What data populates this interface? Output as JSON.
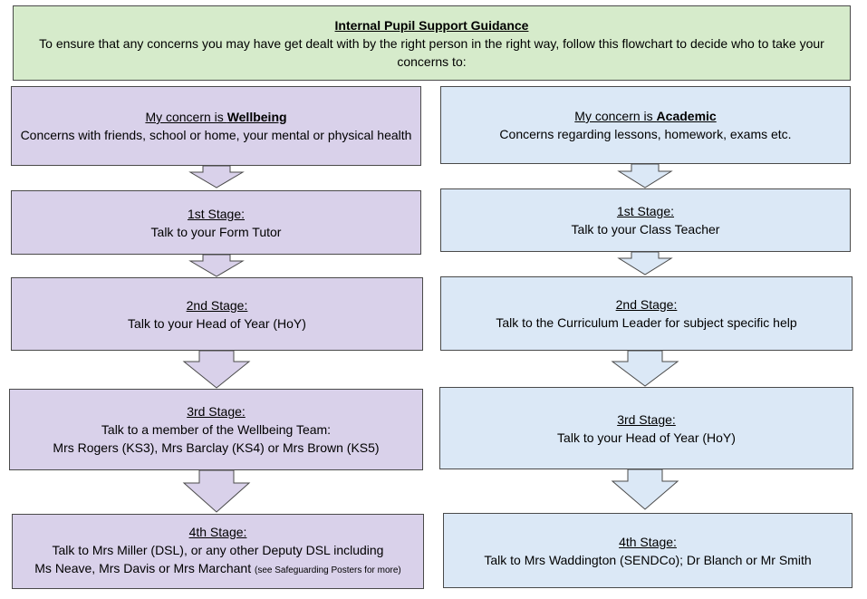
{
  "header": {
    "title": "Internal Pupil Support Guidance",
    "intro": "To ensure that any concerns you may have get dealt with by the right person in the right way, follow this flowchart to decide who to take your concerns to:"
  },
  "wellbeing": {
    "concern_prefix": "My concern is ",
    "concern_type": "Wellbeing",
    "concern_desc": "Concerns with friends, school or home, your mental or physical health",
    "stage1_title": "1st Stage:",
    "stage1_text": "Talk to your Form Tutor",
    "stage2_title": "2nd Stage:",
    "stage2_text": "Talk to your Head of Year (HoY)",
    "stage3_title": "3rd Stage:",
    "stage3_line1": "Talk to a member of the Wellbeing Team:",
    "stage3_line2": "Mrs Rogers (KS3), Mrs Barclay (KS4) or Mrs Brown (KS5)",
    "stage4_title": "4th Stage:",
    "stage4_line1": "Talk to Mrs Miller (DSL), or any other Deputy DSL including",
    "stage4_line2": "Ms Neave, Mrs Davis or Mrs Marchant",
    "stage4_note": "(see Safeguarding Posters for more)"
  },
  "academic": {
    "concern_prefix": "My concern is ",
    "concern_type": "Academic",
    "concern_desc": "Concerns regarding lessons, homework, exams etc.",
    "stage1_title": "1st Stage:",
    "stage1_text": "Talk to your Class Teacher",
    "stage2_title": "2nd Stage:",
    "stage2_text": "Talk to the Curriculum Leader for subject specific help",
    "stage3_title": "3rd Stage:",
    "stage3_text": "Talk to your Head of Year (HoY)",
    "stage4_title": "4th Stage:",
    "stage4_text": "Talk to Mrs Waddington (SENDCo); Dr Blanch or Mr Smith"
  },
  "colors": {
    "header_fill": "#d6ebcb",
    "wellbeing_fill": "#d9d1ea",
    "academic_fill": "#dbe8f6",
    "border": "#4a4a4a"
  }
}
